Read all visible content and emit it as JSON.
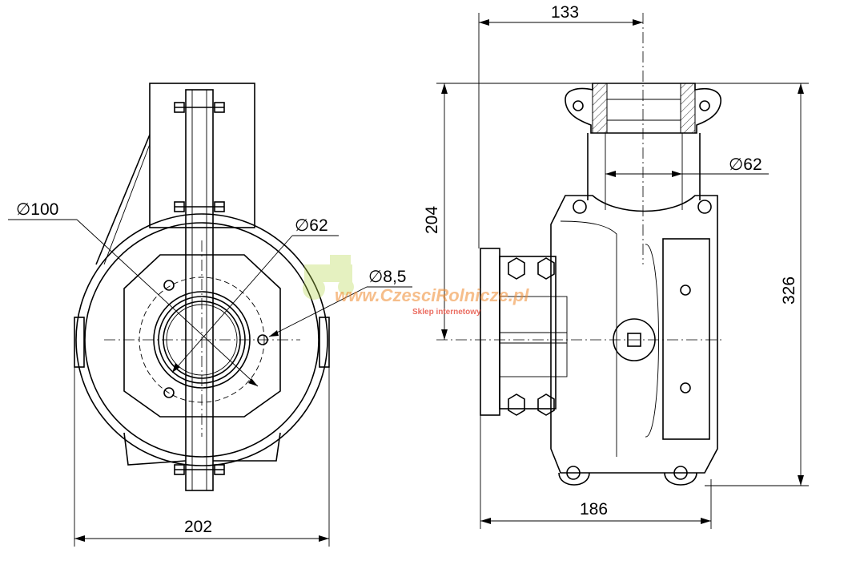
{
  "dimensions": {
    "width_overall_left": "202",
    "outlet_diameter_left": "∅100",
    "inlet_diameter_left": "∅62",
    "hole_diameter": "∅8,5",
    "top_width_right": "133",
    "inlet_diameter_right": "∅62",
    "height_center": "204",
    "height_overall": "326",
    "width_overall_right": "186"
  },
  "watermark": {
    "site": "www.CzesciRolnicze.pl",
    "tagline": "Sklep internetowy"
  }
}
